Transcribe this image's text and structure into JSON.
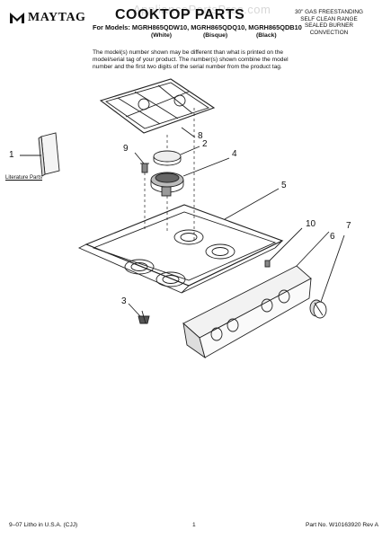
{
  "header": {
    "brand": "MAYTAG",
    "title": "COOKTOP PARTS",
    "models_line": "For Models: MGRH865QDW10, MGRH865QDQ10, MGRH865QDB10",
    "variants": [
      "(White)",
      "(Bisque)",
      "(Black)"
    ],
    "spec_lines": [
      "30\" GAS FREESTANDING",
      "SELF CLEAN RANGE",
      "SEALED BURNER",
      "CONVECTION"
    ]
  },
  "watermark": "AppliancePartsPros.com",
  "description": {
    "line1": "The model(s) number shown may be different than what is printed on the",
    "line2": "model/serial tag of your product. The number(s) shown combine the model",
    "line3": "number and the first two digits of the serial number from the product tag."
  },
  "diagram": {
    "callouts": [
      "1",
      "2",
      "3",
      "4",
      "5",
      "6",
      "7",
      "8",
      "9",
      "10"
    ],
    "literature_label": "Literature Parts"
  },
  "footer": {
    "left": "9–07 Litho in U.S.A. (CJJ)",
    "page": "1",
    "right": "Part No. W10163920 Rev A"
  }
}
